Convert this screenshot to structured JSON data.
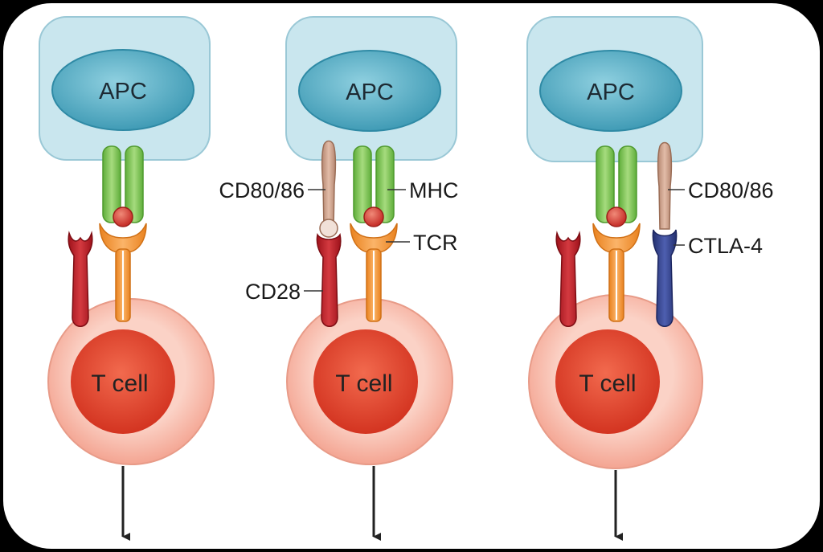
{
  "panels": [
    {
      "apc_label": "APC",
      "tcell_label": "T cell",
      "labels": {}
    },
    {
      "apc_label": "APC",
      "tcell_label": "T cell",
      "labels": {
        "cd80": "CD80/86",
        "mhc": "MHC",
        "tcr": "TCR",
        "cd28": "CD28"
      }
    },
    {
      "apc_label": "APC",
      "tcell_label": "T cell",
      "labels": {
        "cd80": "CD80/86",
        "ctla4": "CTLA-4"
      }
    }
  ],
  "colors": {
    "background": "#000000",
    "frame": "#ffffff",
    "apc_box": "#c9e6ee",
    "apc_nucleus": "#4aa7c0",
    "mhc": "#7cc454",
    "tcr": "#f39a3a",
    "cd28": "#b8202a",
    "ctla4": "#2f3f8e",
    "cd80": "#c79a82",
    "tcell_outer": "#f6b7a8",
    "tcell_inner": "#e5432c"
  }
}
